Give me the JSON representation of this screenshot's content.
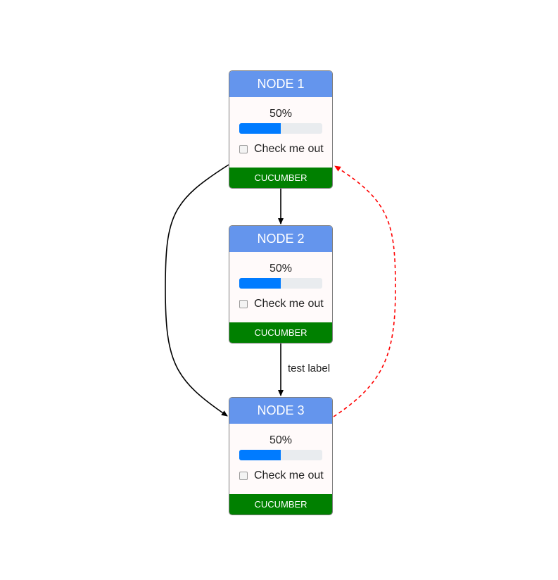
{
  "diagram": {
    "nodes": [
      {
        "title": "NODE 1",
        "progress_text": "50%",
        "progress": 0.5,
        "checkbox_label": "Check me out",
        "checked": false,
        "footer": "CUCUMBER"
      },
      {
        "title": "NODE 2",
        "progress_text": "50%",
        "progress": 0.5,
        "checkbox_label": "Check me out",
        "checked": false,
        "footer": "CUCUMBER"
      },
      {
        "title": "NODE 3",
        "progress_text": "50%",
        "progress": 0.5,
        "checkbox_label": "Check me out",
        "checked": false,
        "footer": "CUCUMBER"
      }
    ],
    "edges": [
      {
        "from": "NODE 1",
        "to": "NODE 2",
        "label": "",
        "style": "solid",
        "color": "#000000"
      },
      {
        "from": "NODE 2",
        "to": "NODE 3",
        "label": "test label",
        "style": "solid",
        "color": "#000000"
      },
      {
        "from": "NODE 1",
        "to": "NODE 3",
        "label": "",
        "style": "solid",
        "color": "#000000"
      },
      {
        "from": "NODE 3",
        "to": "NODE 1",
        "label": "",
        "style": "dashed",
        "color": "#ff0000"
      }
    ]
  },
  "colors": {
    "header": "#6495ed",
    "footer": "#008000",
    "progress_fill": "#007bff",
    "progress_track": "#e9ecef",
    "node_body": "#fffafa",
    "dashed_edge": "#ff0000"
  }
}
